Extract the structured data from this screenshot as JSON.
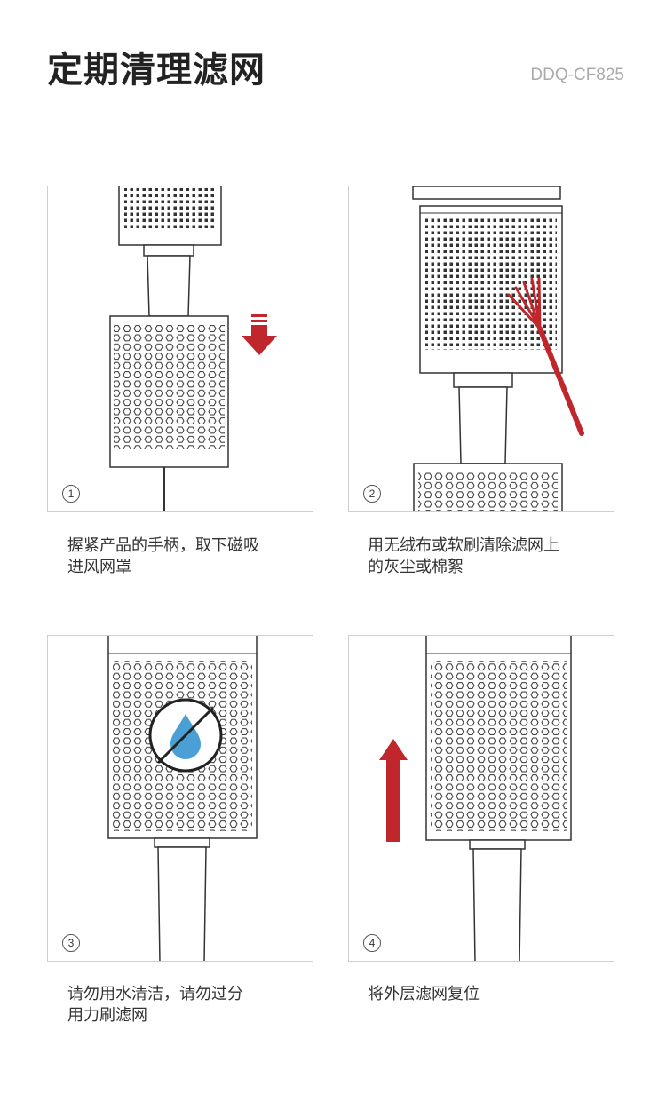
{
  "header": {
    "title": "定期清理滤网",
    "model": "DDQ-CF825"
  },
  "steps": [
    {
      "number": "1",
      "caption_line1": "握紧产品的手柄，取下磁吸",
      "caption_line2": "进风网罩",
      "icon": "down-arrow-icon"
    },
    {
      "number": "2",
      "caption_line1": "用无绒布或软刷清除滤网上",
      "caption_line2": "的灰尘或棉絮",
      "icon": "brush-icon"
    },
    {
      "number": "3",
      "caption_line1": "请勿用水清洁，请勿过分",
      "caption_line2": "用力刷滤网",
      "icon": "no-water-icon"
    },
    {
      "number": "4",
      "caption_line1": "将外层滤网复位",
      "caption_line2": "",
      "icon": "up-arrow-icon"
    }
  ],
  "colors": {
    "accent": "#c0272d",
    "water": "#4a9fd4",
    "line": "#333333"
  }
}
